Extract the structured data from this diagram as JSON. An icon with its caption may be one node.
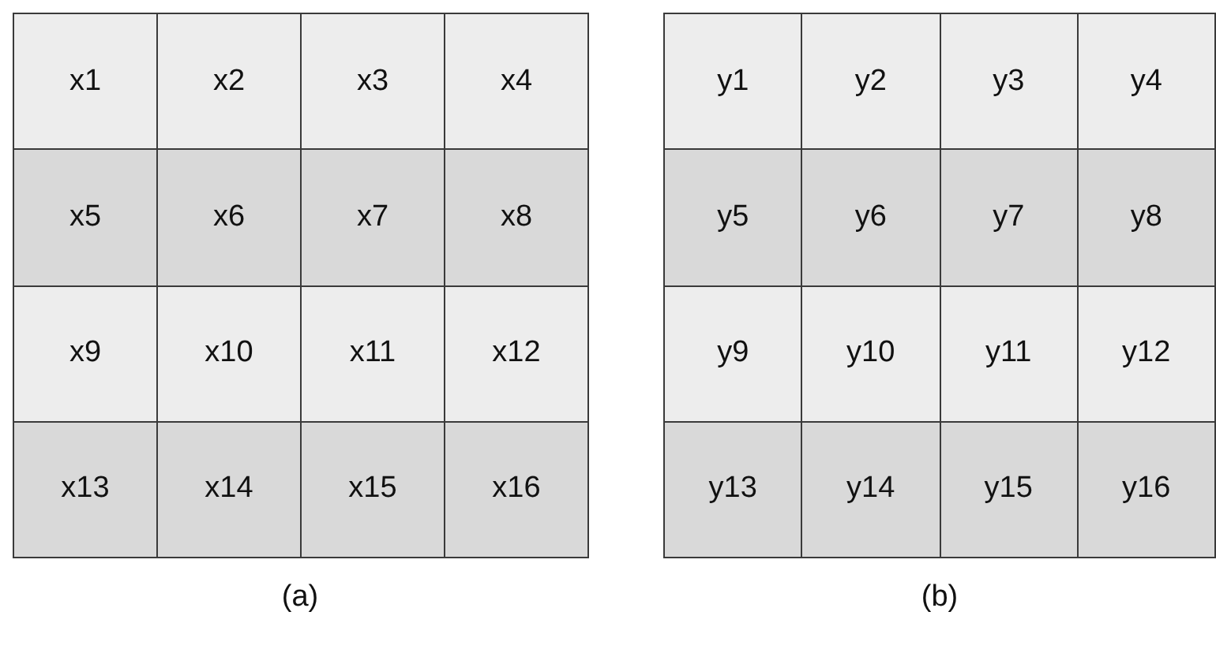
{
  "diagram": {
    "nodes": [
      {
        "text": [
          "x1"
        ]
      },
      {
        "text": [
          "x2"
        ]
      },
      {
        "text": [
          "x3"
        ]
      },
      {
        "text": [
          "x4"
        ]
      },
      {
        "text": [
          "x5"
        ]
      },
      {
        "text": [
          "x6"
        ]
      },
      {
        "text": [
          "x7"
        ]
      },
      {
        "text": [
          "x8"
        ]
      },
      {
        "text": [
          "x9"
        ]
      },
      {
        "text": [
          "x10"
        ]
      },
      {
        "text": [
          "x11"
        ]
      },
      {
        "text": [
          "x12"
        ]
      },
      {
        "text": [
          "x13"
        ]
      },
      {
        "text": [
          "x14"
        ]
      },
      {
        "text": [
          "x15"
        ]
      },
      {
        "text": [
          "x16"
        ]
      },
      {
        "text": [
          "y1"
        ]
      },
      {
        "text": [
          "y2"
        ]
      },
      {
        "text": [
          "y3"
        ]
      },
      {
        "text": [
          "y4"
        ]
      },
      {
        "text": [
          "y5"
        ]
      },
      {
        "text": [
          "y6"
        ]
      },
      {
        "text": [
          "y7"
        ]
      },
      {
        "text": [
          "y8"
        ]
      },
      {
        "text": [
          "y9"
        ]
      },
      {
        "text": [
          "y10"
        ]
      },
      {
        "text": [
          "y11"
        ]
      },
      {
        "text": [
          "y12"
        ]
      },
      {
        "text": [
          "y13"
        ]
      },
      {
        "text": [
          "y14"
        ]
      },
      {
        "text": [
          "y15"
        ]
      },
      {
        "text": [
          "y16"
        ]
      }
    ],
    "labels": [
      "(a)",
      "(b)"
    ]
  }
}
